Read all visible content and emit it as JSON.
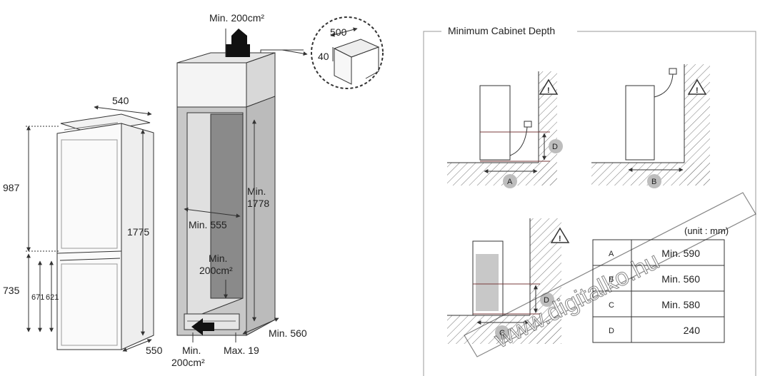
{
  "fridge_dims": {
    "width": "540",
    "depth": "550",
    "height_total": "1775",
    "height_upper": "987",
    "height_lower": "735",
    "lower_h1": "671",
    "lower_h2": "621"
  },
  "cabinet": {
    "top_vent": "Min. 200cm²",
    "inner_width": "Min. 555",
    "inner_height_1": "Min.",
    "inner_height_2": "1778",
    "inner_vent_1": "Min.",
    "inner_vent_2": "200cm²",
    "depth": "Min. 560",
    "bottom_gap": "Max. 19",
    "bottom_vent_1": "Min.",
    "bottom_vent_2": "200cm²",
    "detail_width": "500",
    "detail_depth": "40"
  },
  "depth_panel": {
    "title": "Minimum Cabinet Depth",
    "labels": {
      "a": "A",
      "b": "B",
      "c": "C",
      "d": "D"
    },
    "unit_note": "(unit : mm)",
    "table": [
      {
        "key": "A",
        "value": "Min. 590"
      },
      {
        "key": "B",
        "value": "Min. 560"
      },
      {
        "key": "C",
        "value": "Min. 580"
      },
      {
        "key": "D",
        "value": "240"
      }
    ],
    "warning": "!"
  },
  "watermark": "www.digitalko.hu",
  "colors": {
    "line": "#333333",
    "hatch": "#777777",
    "gray_fill": "#c8c8c8",
    "dark_fill": "#8a8a8a",
    "badge": "#bdbdbd",
    "accent_line": "#7a3b3b"
  }
}
